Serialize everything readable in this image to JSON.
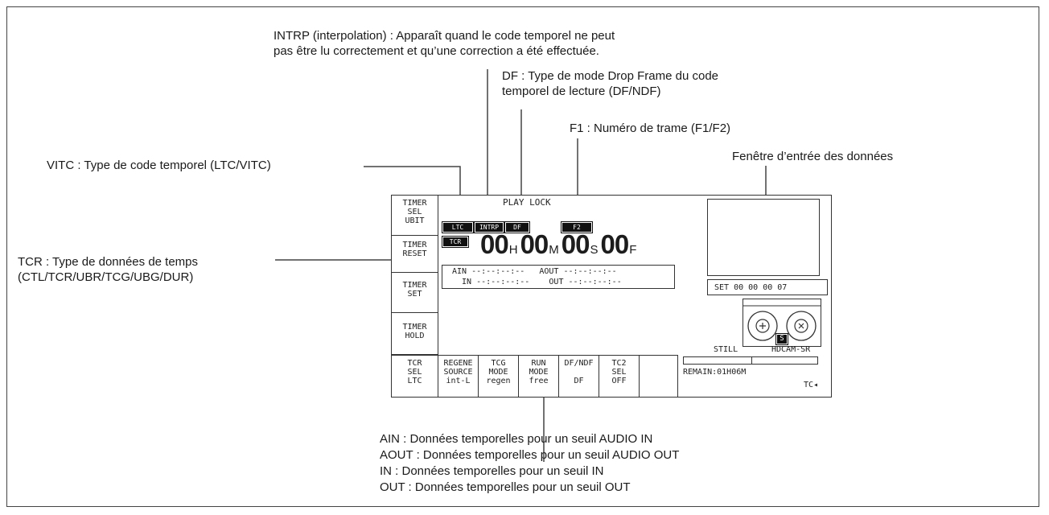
{
  "annotations": {
    "intrp": [
      "INTRP (interpolation) : Apparaît quand le code temporel ne peut",
      "pas être lu correctement et qu’une correction a été effectuée."
    ],
    "df": [
      "DF :  Type de mode Drop Frame du code",
      "temporel de lecture (DF/NDF)"
    ],
    "f1": "F1 :  Numéro de trame (F1/F2)",
    "window": "Fenêtre d’entrée des données",
    "vitc": "VITC : Type de code temporel (LTC/VITC)",
    "tcr": [
      "TCR : Type de données de temps",
      "(CTL/TCR/UBR/TCG/UBG/DUR)"
    ],
    "bottom": [
      "AIN : Données temporelles pour un seuil AUDIO IN",
      "AOUT : Données temporelles pour un seuil AUDIO OUT",
      "IN : Données temporelles pour un seuil IN",
      "OUT :  Données temporelles pour un seuil OUT"
    ]
  },
  "screen": {
    "status": "PLAY LOCK",
    "left_buttons": [
      [
        "TIMER",
        "SEL",
        "UBIT"
      ],
      [
        "TIMER",
        "RESET"
      ],
      [
        "TIMER",
        "SET"
      ],
      [
        "TIMER",
        "HOLD"
      ]
    ],
    "indicators": [
      "LTC",
      "INTRP",
      "DF",
      "F2",
      "TCR"
    ],
    "timecode": {
      "h": "00",
      "m": "00",
      "s": "00",
      "f": "00",
      "units": [
        "H",
        "M",
        "S",
        "F"
      ]
    },
    "timer_rows": [
      "AIN --:--:--:--   AOUT --:--:--:--",
      "  IN --:--:--:--    OUT --:--:--:--"
    ],
    "data_window": "SET 00 00 00 07",
    "still": "STILL",
    "format": "HDCAM-SR",
    "remain": "REMAIN:01H06M",
    "tc_label": "TC◂",
    "cassette_badge": "S",
    "bottom_buttons": [
      [
        "TCR",
        "SEL",
        "LTC"
      ],
      [
        "REGENE",
        "SOURCE",
        "int-L"
      ],
      [
        "TCG",
        "MODE",
        "regen"
      ],
      [
        "RUN",
        "MODE",
        "free"
      ],
      [
        "DF/NDF",
        "",
        "DF"
      ],
      [
        "TC2",
        "SEL",
        "OFF"
      ]
    ]
  }
}
